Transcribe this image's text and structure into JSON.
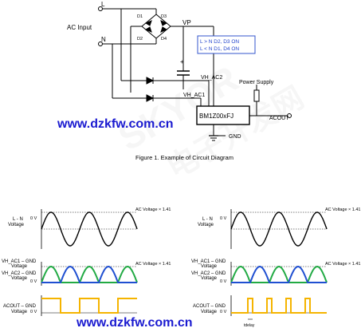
{
  "circuit": {
    "label_L": "L",
    "label_N": "N",
    "ac_input": "AC Input",
    "d1": "D1",
    "d2": "D2",
    "d3": "D3",
    "d4": "D4",
    "vp": "VP",
    "plus": "+",
    "note_line1": "L > N  D2, D3 ON",
    "note_line2": "L < N  D1, D4 ON",
    "vh_ac2": "VH_AC2",
    "vh_ac1": "VH_AC1",
    "power_supply": "Power Supply",
    "ic": "BM1Z00xFJ",
    "acout": "ACOUT",
    "gnd": "GND"
  },
  "caption": "Figure 1. Example of Circuit Diagram",
  "left_waves": {
    "ln_label1": "L - N",
    "ln_label2": "Voltage",
    "zero": "0 V",
    "ac_top": "AC Voltage × 1.41",
    "vh_label1": "VH_AC1 – GND",
    "vh_label2": "Voltage",
    "vh_label3": "VH_AC2 – GND",
    "vh_label4": "Voltage",
    "vh_top": "AC Voltage × 1.41",
    "vh_zero": "0 V",
    "out_label1": "ACOUT – GND",
    "out_label2": "Voltage",
    "out_zero": "0 V"
  },
  "right_waves": {
    "ln_label1": "L - N",
    "ln_label2": "Voltage",
    "zero": "0 V",
    "ac_top": "AC Voltage × 1.41",
    "vh_label1": "VH_AC1 – GND",
    "vh_label2": "Voltage",
    "vh_label3": "VH_AC2 – GND",
    "vh_label4": "Voltage",
    "vh_top": "AC Voltage × 1.41",
    "vh_zero": "0 V",
    "out_label1": "ACOUT – GND",
    "out_label2": "Voltage",
    "out_zero": "0 V",
    "tdelay": "tdelay"
  },
  "watermark_url": "www.dzkfw.com.cn",
  "watermark_bg1": "SKYOR",
  "watermark_bg2": "电子开发网",
  "colors": {
    "black": "#000000",
    "blue_wave": "#1f4fd1",
    "green_wave": "#22aa44",
    "orange_wave": "#f5b400",
    "note_border": "#3355cc",
    "note_text": "#2244cc",
    "watermark": "#1a1ad0"
  }
}
